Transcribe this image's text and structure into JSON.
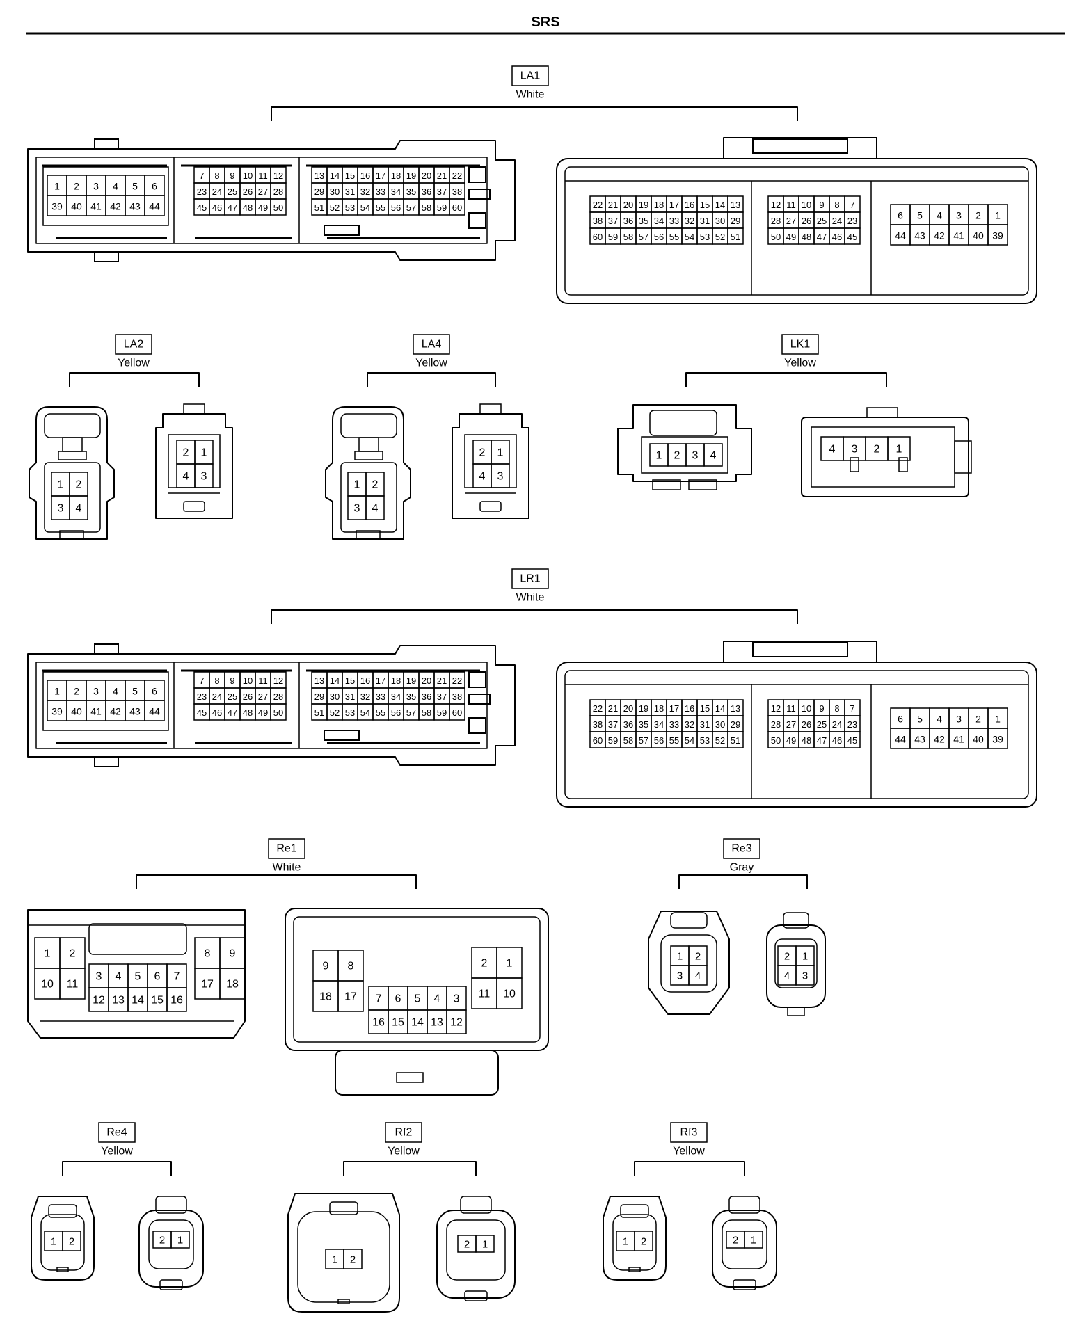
{
  "title": "SRS",
  "connectors": [
    {
      "id": "LA1",
      "color": "White"
    },
    {
      "id": "LA2",
      "color": "Yellow"
    },
    {
      "id": "LA4",
      "color": "Yellow"
    },
    {
      "id": "LK1",
      "color": "Yellow"
    },
    {
      "id": "LR1",
      "color": "White"
    },
    {
      "id": "Re1",
      "color": "White"
    },
    {
      "id": "Re3",
      "color": "Gray"
    },
    {
      "id": "Re4",
      "color": "Yellow"
    },
    {
      "id": "Rf2",
      "color": "Yellow"
    },
    {
      "id": "Rf3",
      "color": "Yellow"
    }
  ],
  "pinouts": {
    "ecu_a": {
      "g1": [
        [
          "1",
          "2",
          "3",
          "4",
          "5",
          "6"
        ],
        [
          "39",
          "40",
          "41",
          "42",
          "43",
          "44"
        ]
      ],
      "g2": [
        [
          "7",
          "8",
          "9",
          "10",
          "11",
          "12"
        ],
        [
          "23",
          "24",
          "25",
          "26",
          "27",
          "28"
        ],
        [
          "45",
          "46",
          "47",
          "48",
          "49",
          "50"
        ]
      ],
      "g3": [
        [
          "13",
          "14",
          "15",
          "16",
          "17",
          "18",
          "19",
          "20",
          "21",
          "22"
        ],
        [
          "29",
          "30",
          "31",
          "32",
          "33",
          "34",
          "35",
          "36",
          "37",
          "38"
        ],
        [
          "51",
          "52",
          "53",
          "54",
          "55",
          "56",
          "57",
          "58",
          "59",
          "60"
        ]
      ]
    },
    "ecu_b": {
      "g1": [
        [
          "22",
          "21",
          "20",
          "19",
          "18",
          "17",
          "16",
          "15",
          "14",
          "13"
        ],
        [
          "38",
          "37",
          "36",
          "35",
          "34",
          "33",
          "32",
          "31",
          "30",
          "29"
        ],
        [
          "60",
          "59",
          "58",
          "57",
          "56",
          "55",
          "54",
          "53",
          "52",
          "51"
        ]
      ],
      "g2": [
        [
          "12",
          "11",
          "10",
          "9",
          "8",
          "7"
        ],
        [
          "28",
          "27",
          "26",
          "25",
          "24",
          "23"
        ],
        [
          "50",
          "49",
          "48",
          "47",
          "46",
          "45"
        ]
      ],
      "g3": [
        [
          "6",
          "5",
          "4",
          "3",
          "2",
          "1"
        ],
        [
          "44",
          "43",
          "42",
          "41",
          "40",
          "39"
        ]
      ]
    },
    "quad_a": [
      [
        "1",
        "2"
      ],
      [
        "3",
        "4"
      ]
    ],
    "quad_b": [
      [
        "2",
        "1"
      ],
      [
        "4",
        "3"
      ]
    ],
    "lk1_a": [
      "1",
      "2",
      "3",
      "4"
    ],
    "lk1_b": [
      "4",
      "3",
      "2",
      "1"
    ],
    "re1_a": {
      "left": [
        [
          "1",
          "2"
        ],
        [
          "10",
          "11"
        ]
      ],
      "right": [
        [
          "8",
          "9"
        ],
        [
          "17",
          "18"
        ]
      ],
      "mid": [
        [
          "3",
          "4",
          "5",
          "6",
          "7"
        ],
        [
          "12",
          "13",
          "14",
          "15",
          "16"
        ]
      ]
    },
    "re1_b": {
      "left": [
        [
          "9",
          "8"
        ],
        [
          "18",
          "17"
        ]
      ],
      "right": [
        [
          "2",
          "1"
        ],
        [
          "11",
          "10"
        ]
      ],
      "mid": [
        [
          "7",
          "6",
          "5",
          "4",
          "3"
        ],
        [
          "16",
          "15",
          "14",
          "13",
          "12"
        ]
      ]
    },
    "pair_a": [
      "1",
      "2"
    ],
    "pair_b": [
      "2",
      "1"
    ]
  }
}
